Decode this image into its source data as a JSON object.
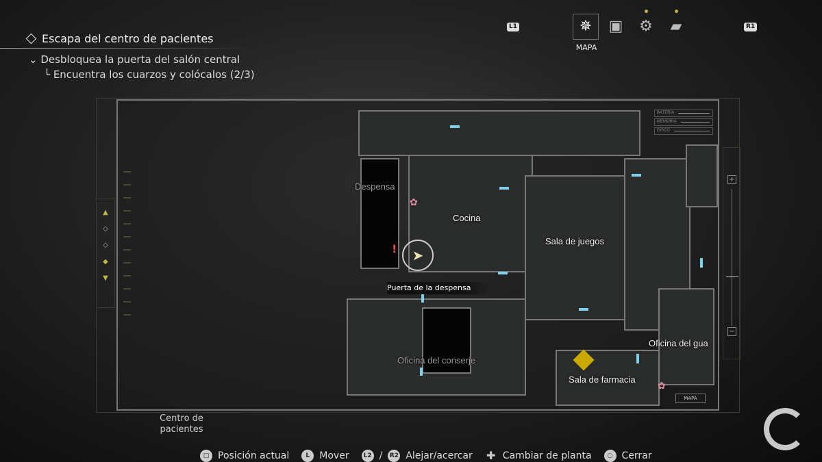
{
  "objectives": {
    "main": "Escapa del centro de pacientes",
    "sub": "Desbloquea la puerta del salón central",
    "task": "Encuentra los cuarzos y colócalos (2/3)"
  },
  "tabs": {
    "left_button": "L1",
    "right_button": "R1",
    "active_label": "MAPA",
    "items": [
      {
        "icon": "compass-icon",
        "active": true
      },
      {
        "icon": "backpack-icon",
        "active": false
      },
      {
        "icon": "gears-icon",
        "active": false,
        "notification": true
      },
      {
        "icon": "folder-icon",
        "active": false,
        "notification": true
      }
    ]
  },
  "map": {
    "rooms": {
      "despensa": "Despensa",
      "cocina": "Cocina",
      "sala_juegos": "Sala de juegos",
      "oficina_conserje": "Oficina del conserje",
      "sala_farmacia": "Sala de farmacia",
      "oficina_guardia": "Oficina del gua"
    },
    "poi": "Puerta de la despensa",
    "stats": [
      "BATERÍA",
      "MEMORIA",
      "DISCO"
    ],
    "map_button": "MAPA",
    "area_name": "Centro de pacientes",
    "accent": "#bdb44a",
    "door_color": "#7fd0e8"
  },
  "footer": [
    {
      "button": "□",
      "label": "Posición actual"
    },
    {
      "button": "L",
      "label": "Mover"
    },
    {
      "button": "L2",
      "sep": "/",
      "button2": "R2",
      "label": "Alejar/acercar"
    },
    {
      "button": "✚",
      "label": "Cambiar de planta"
    },
    {
      "button": "○",
      "label": "Cerrar"
    }
  ]
}
